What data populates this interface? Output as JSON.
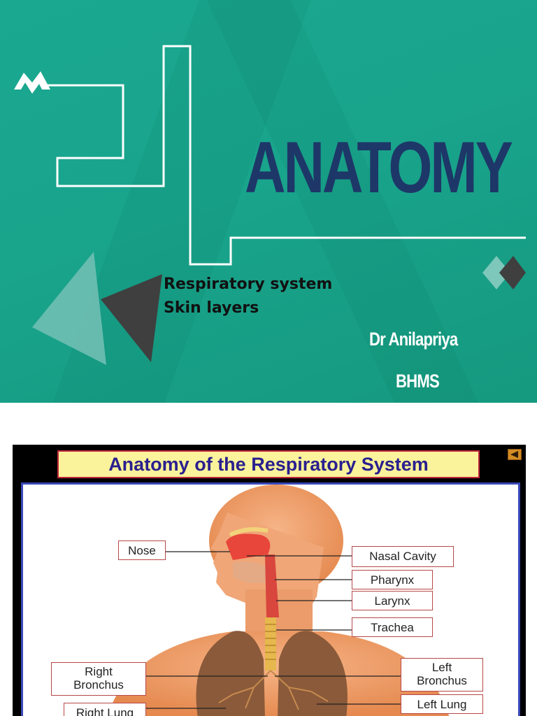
{
  "slide1": {
    "title": "ANATOMY",
    "topics": [
      "Respiratory system",
      "Skin layers"
    ],
    "author": "Dr Anilapriya",
    "degree": "BHMS",
    "colors": {
      "background": "#1aa891",
      "title": "#1d3768",
      "accent_dark": "#3f3f3f",
      "accent_light": "#6fbfb2"
    }
  },
  "slide2": {
    "heading": "Anatomy of the Respiratory System",
    "back_icon": "back-arrow-icon",
    "labels": {
      "nose": "Nose",
      "nasal_cavity": "Nasal Cavity",
      "pharynx": "Pharynx",
      "larynx": "Larynx",
      "trachea": "Trachea",
      "right_bronchus_1": "Right",
      "right_bronchus_2": "Bronchus",
      "left_bronchus_1": "Left",
      "left_bronchus_2": "Bronchus",
      "left_lung": "Left Lung",
      "right_lung": "Right Lung"
    },
    "colors": {
      "heading_bg": "#fbf39b",
      "heading_text": "#2a1f8f",
      "panel_border": "#3a48b8",
      "label_border": "#b84848"
    }
  }
}
